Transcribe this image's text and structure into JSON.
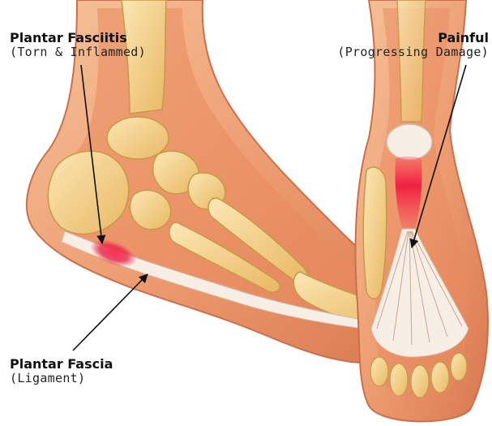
{
  "labels": {
    "fasciitis": {
      "title": "Plantar Fasciitis",
      "subtitle": "(Torn & Inflammed)"
    },
    "painful": {
      "title": "Painful",
      "subtitle": "(Progressing Damage)"
    },
    "fascia": {
      "title": "Plantar Fascia",
      "subtitle": "(Ligament)"
    }
  },
  "colors": {
    "skin": "#f0a77c",
    "skin_dark": "#c9704a",
    "tissue": "#e98a5f",
    "bone": "#f3d58d",
    "bone_edge": "#c69a45",
    "ligament": "#f7eee6",
    "inflammation": "#e8254a",
    "arrow": "#111111"
  }
}
